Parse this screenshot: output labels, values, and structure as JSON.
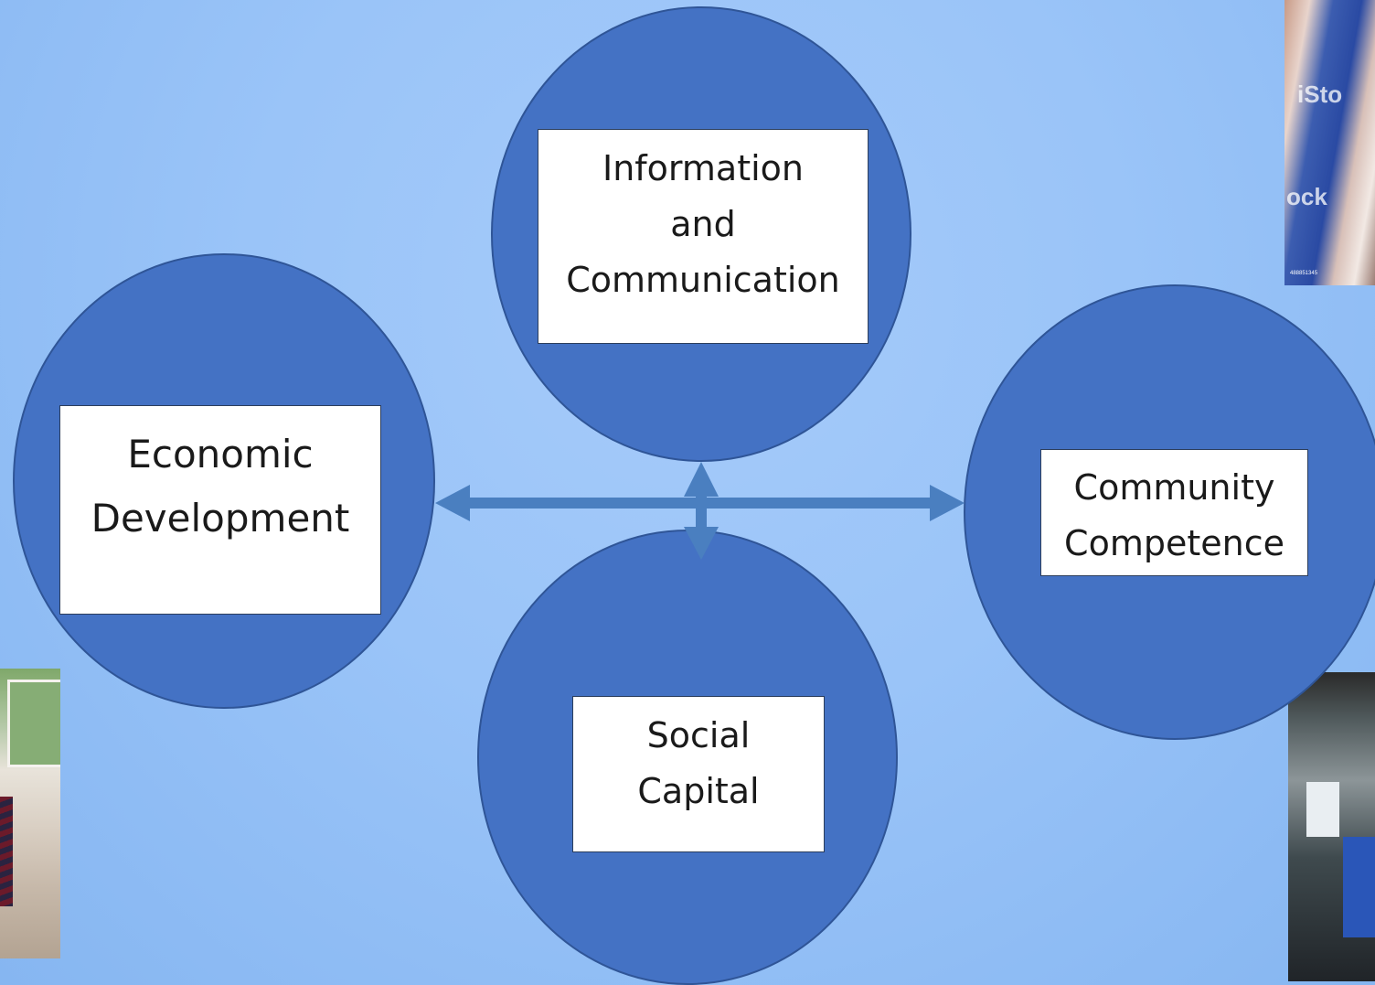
{
  "diagram": {
    "nodes": {
      "information": {
        "lines": [
          "Information",
          "and",
          "Communication"
        ]
      },
      "economic": {
        "lines": [
          "Economic",
          "Development"
        ]
      },
      "community": {
        "lines": [
          "Community",
          "Competence"
        ]
      },
      "social": {
        "lines": [
          "Social",
          "Capital"
        ]
      }
    },
    "colors": {
      "circle": "#4472c4",
      "circle_border": "#2f5597",
      "arrow": "#4a7fc0",
      "background": "#9ac4f8"
    }
  },
  "photos": {
    "top_right": {
      "watermark_a": "iSto",
      "watermark_b": "ock",
      "id": "488851345"
    }
  }
}
